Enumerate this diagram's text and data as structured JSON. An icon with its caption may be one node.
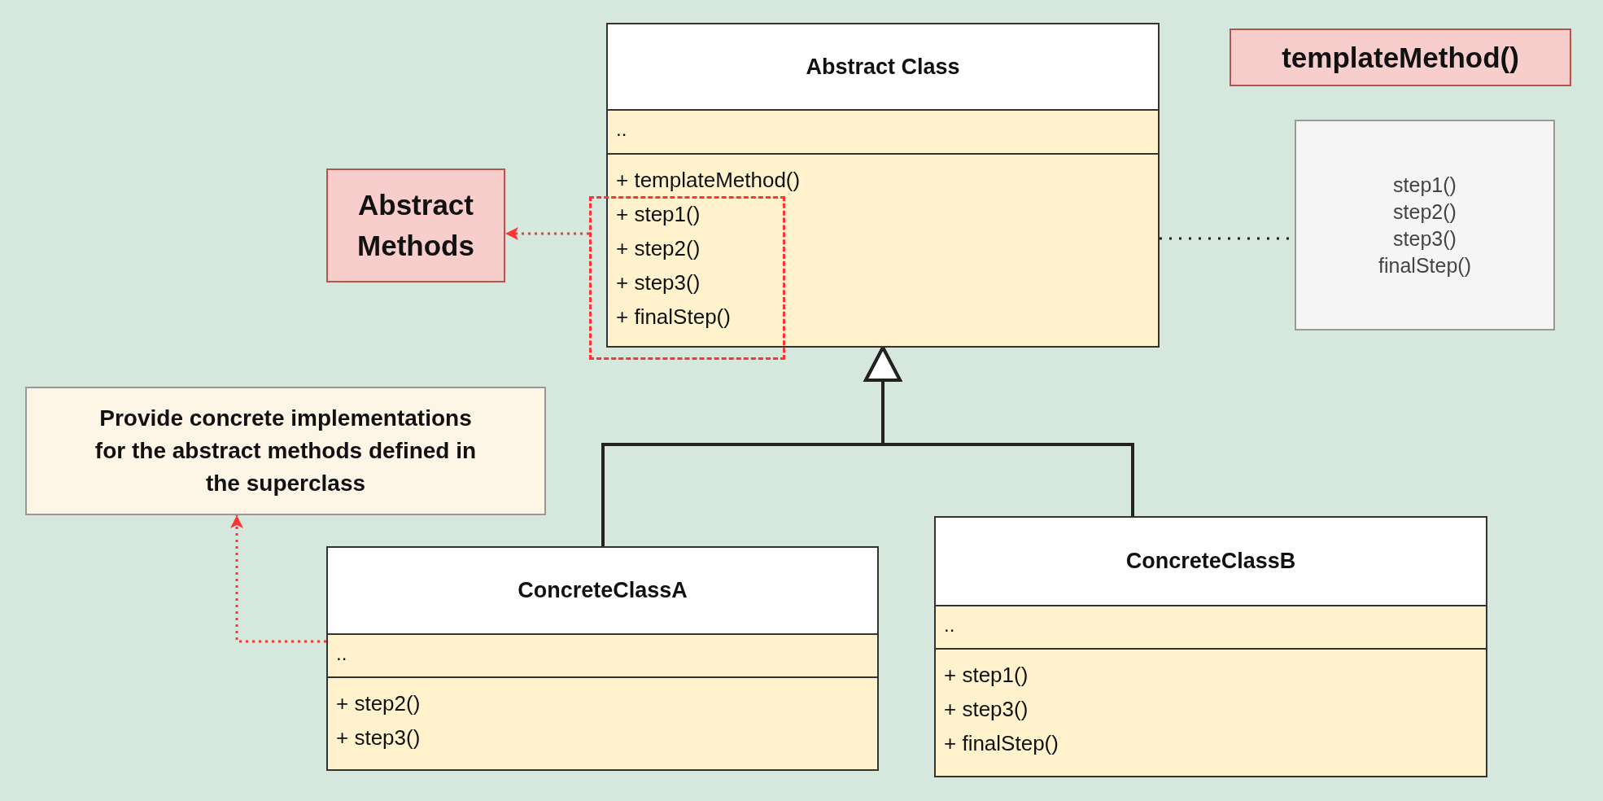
{
  "diagram": {
    "nodes": [
      {
        "text": [
          "Abstract Class",
          "..",
          "+ templateMethod()",
          "+ step1()",
          "+ step2()",
          "+ step3()",
          "+ finalStep()"
        ]
      },
      {
        "text": [
          "templateMethod()"
        ]
      },
      {
        "text": [
          "Abstract Methods"
        ]
      },
      {
        "text": [
          "step1()",
          "step2()",
          "step3()",
          "finalStep()"
        ]
      },
      {
        "text": [
          "Provide concrete implementations for the abstract methods defined in the superclass"
        ]
      },
      {
        "text": [
          "ConcreteClassA",
          "..",
          "+ step2()",
          "+ step3()"
        ]
      },
      {
        "text": [
          "ConcreteClassB",
          "..",
          "+ step1()",
          "+ step3()",
          "+ finalStep()"
        ]
      }
    ],
    "edges": [
      {
        "from": 0,
        "to": 2,
        "arrow": "to",
        "style": "dashed",
        "color": "#ff3333"
      },
      {
        "from": 0,
        "to": 3,
        "arrow": "none",
        "style": "dashed"
      },
      {
        "from": 5,
        "to": 0,
        "arrow": "to"
      },
      {
        "from": 6,
        "to": 0,
        "arrow": "to"
      },
      {
        "from": 5,
        "to": 4,
        "arrow": "to",
        "style": "dashed",
        "color": "#ff3333"
      }
    ]
  }
}
